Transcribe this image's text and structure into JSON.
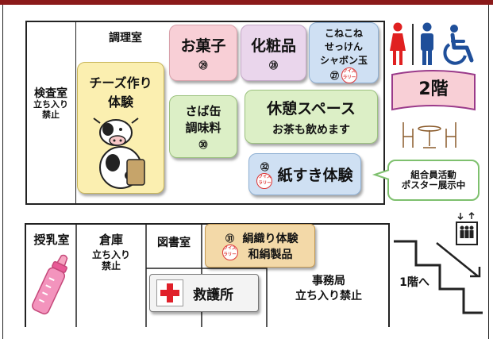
{
  "map": {
    "floor_label": "2階",
    "rooms": {
      "kensa": {
        "name": "検査室",
        "note": "立ち入り",
        "note2": "禁止"
      },
      "chouri": {
        "name": "調理室"
      },
      "cheese": {
        "line1": "チーズ作り",
        "line2": "体験"
      },
      "okashi": {
        "name": "お菓子",
        "num": "㉙"
      },
      "keshou": {
        "name": "化粧品",
        "num": "㉘"
      },
      "soap": {
        "line1": "こねこね",
        "line2": "せっけん",
        "line3": "シャボン玉",
        "num": "㉗"
      },
      "saba": {
        "line1": "さば缶",
        "line2": "調味料",
        "num": "㉚"
      },
      "rest": {
        "name": "休憩スペース",
        "note": "お茶も飲めます"
      },
      "paper": {
        "num": "㉜",
        "name": "紙すき体験"
      },
      "poster": {
        "line1": "組合員活動",
        "line2": "ポスター展示中"
      },
      "junyu": {
        "name": "授乳室"
      },
      "souko": {
        "name": "倉庫",
        "note": "立ち入り",
        "note2": "禁止"
      },
      "tosho": {
        "name": "図書室"
      },
      "silk": {
        "num": "㉛",
        "line1": "絹織り体験",
        "line2": "和絹製品"
      },
      "kyugo": {
        "name": "救護所"
      },
      "jimu": {
        "name": "事務局",
        "note": "立ち入り禁止"
      },
      "stairs": {
        "label": "1階へ"
      }
    },
    "quiz_badge": "クイズラリー",
    "colors": {
      "cheese_bg": "#fbefb0",
      "pink_bg": "#f8cfd6",
      "purple_bg": "#ead6ec",
      "blue_bg": "#cfe0f3",
      "green_bg": "#dcefc6",
      "silk_bg": "#f3d9a8",
      "kyugo_bg": "#f3f3f3",
      "poster_border": "#7ec06e",
      "wc_red": "#e02020",
      "wc_blue": "#1f4f9a",
      "cross_red": "#e0202a"
    },
    "icons": [
      "restroom-female-icon",
      "restroom-male-icon",
      "wheelchair-icon",
      "cafe-table-icon",
      "cow-icon",
      "elevator-icon",
      "baby-bottle-icon",
      "red-cross-icon",
      "stairs-arrow-icon"
    ]
  }
}
